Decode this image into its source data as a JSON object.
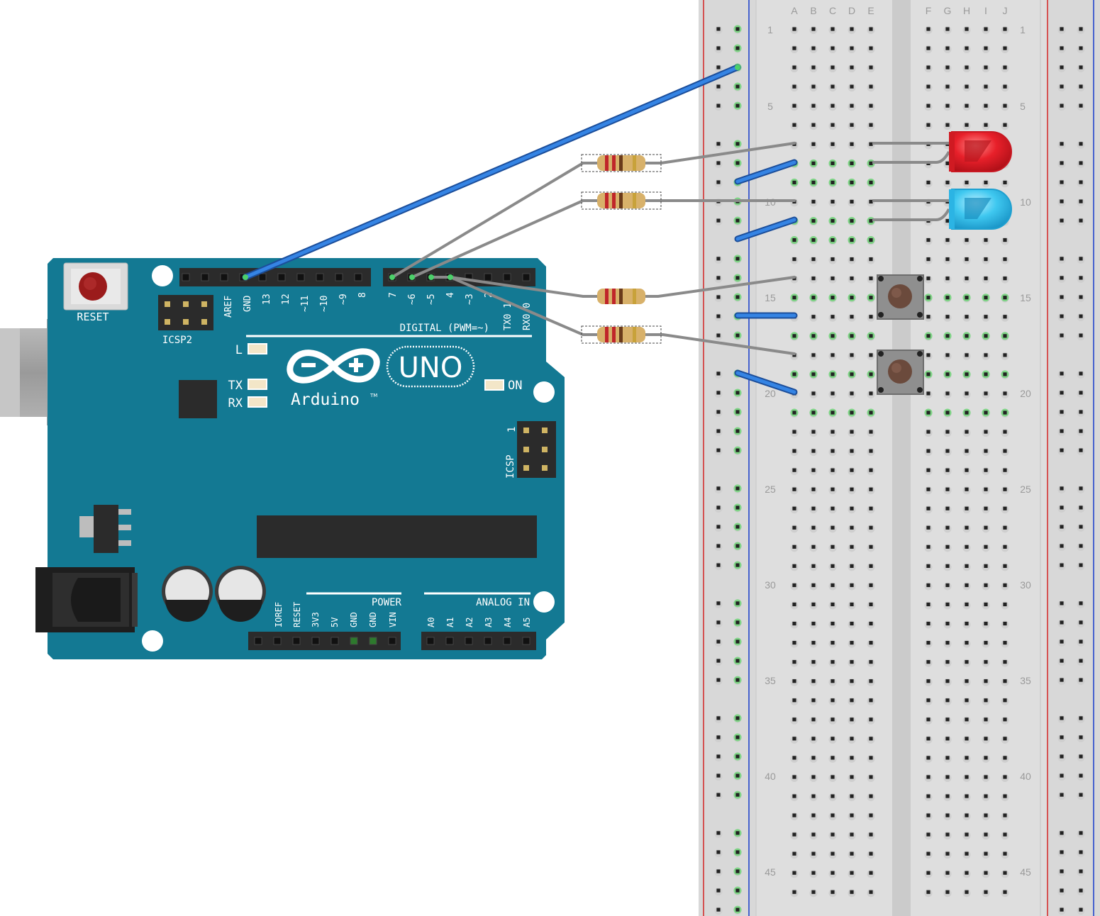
{
  "arduino": {
    "reset_label": "RESET",
    "icsp2_label": "ICSP2",
    "icsp_label": "ICSP",
    "icsp_pin1": "1",
    "digital_label": "DIGITAL (PWM=~)",
    "power_label": "POWER",
    "analog_label": "ANALOG IN",
    "logo_text": "Arduino",
    "tm": "TM",
    "uno_text": "UNO",
    "led_l": "L",
    "led_tx": "TX",
    "led_rx": "RX",
    "led_on": "ON",
    "top_pins_left": [
      "AREF",
      "GND",
      "13",
      "12",
      "~11",
      "~10",
      "~9",
      "8"
    ],
    "top_pins_right": [
      "7",
      "~6",
      "~5",
      "4",
      "~3",
      "2",
      "TX0 1",
      "RX0 0"
    ],
    "power_pins": [
      "IOREF",
      "RESET",
      "3V3",
      "5V",
      "GND",
      "GND",
      "VIN"
    ],
    "analog_pins": [
      "A0",
      "A1",
      "A2",
      "A3",
      "A4",
      "A5"
    ]
  },
  "breadboard": {
    "columns_left": [
      "A",
      "B",
      "C",
      "D",
      "E"
    ],
    "columns_right": [
      "F",
      "G",
      "H",
      "I",
      "J"
    ],
    "row_numbers": [
      "1",
      "5",
      "10",
      "15",
      "20",
      "25",
      "30",
      "35",
      "40",
      "45"
    ]
  },
  "colors": {
    "board": "#137993",
    "board_edge": "#0e6680",
    "wire_blue": "#2a6fd0",
    "wire_grey": "#8a8a8a",
    "led_red": "#e8202a",
    "led_blue": "#3fc8f0",
    "breadboard": "#dcdcdc",
    "rail_red": "#d33",
    "rail_blue": "#23c"
  }
}
